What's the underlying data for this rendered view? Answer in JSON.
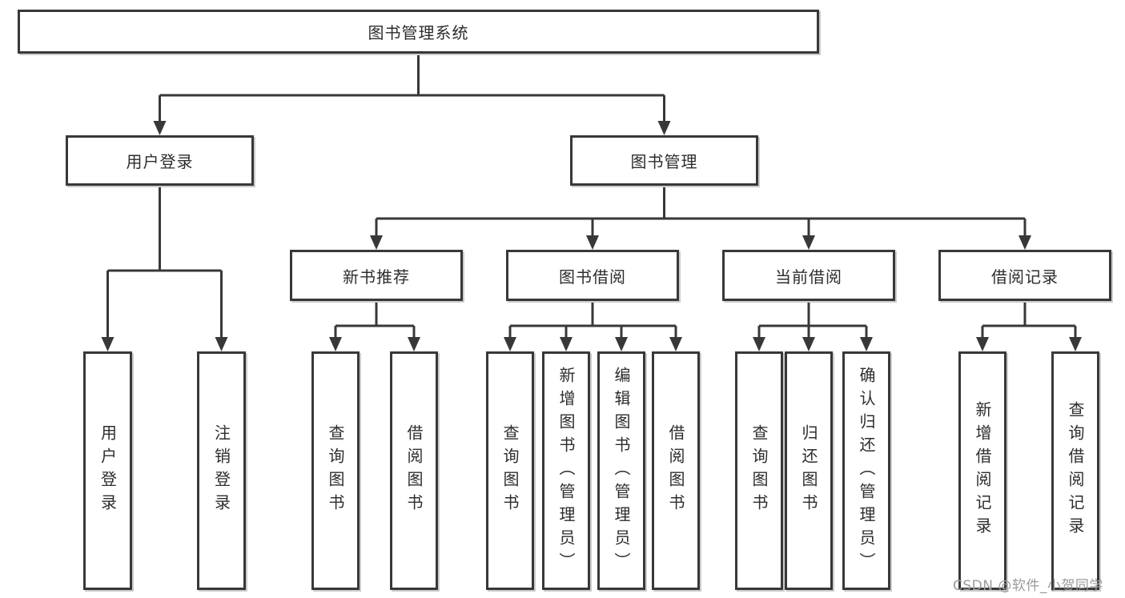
{
  "diagram": {
    "watermark": "CSDN @软件_小贺同学",
    "colors": {
      "line": "#383838",
      "box_border": "#383838",
      "box_fill": "#ffffff",
      "text": "#2d2d2d",
      "watermark": "#9b9b9b",
      "background": "#ffffff"
    },
    "tree": {
      "label": "图书管理系统",
      "children": [
        {
          "label": "用户登录",
          "children": [
            {
              "label": "用户登录"
            },
            {
              "label": "注销登录"
            }
          ]
        },
        {
          "label": "图书管理",
          "children": [
            {
              "label": "新书推荐",
              "children": [
                {
                  "label": "查询图书"
                },
                {
                  "label": "借阅图书"
                }
              ]
            },
            {
              "label": "图书借阅",
              "children": [
                {
                  "label": "查询图书"
                },
                {
                  "label": "新增图书（管理员）"
                },
                {
                  "label": "编辑图书（管理员）"
                },
                {
                  "label": "借阅图书"
                }
              ]
            },
            {
              "label": "当前借阅",
              "children": [
                {
                  "label": "查询图书"
                },
                {
                  "label": "归还图书"
                },
                {
                  "label": "确认归还（管理员）"
                }
              ]
            },
            {
              "label": "借阅记录",
              "children": [
                {
                  "label": "新增借阅记录"
                },
                {
                  "label": "查询借阅记录"
                }
              ]
            }
          ]
        }
      ]
    }
  }
}
